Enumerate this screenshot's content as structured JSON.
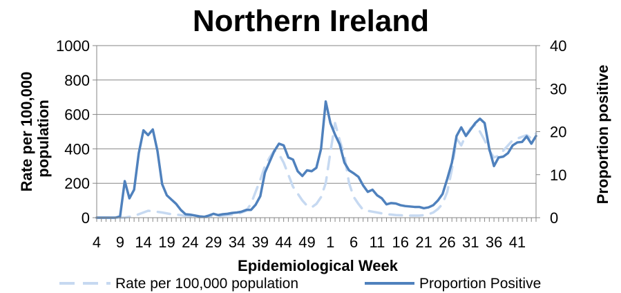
{
  "chart_data": {
    "type": "line",
    "title": "Northern Ireland",
    "xlabel": "Epidemiological Week",
    "ylabel": "Rate per 100,000 population",
    "y2label": "Proportion positive",
    "ylim": [
      0,
      1000
    ],
    "y2lim": [
      0,
      40
    ],
    "yticks": [
      "0",
      "200",
      "400",
      "600",
      "800",
      "1000"
    ],
    "y2ticks": [
      "0",
      "10",
      "20",
      "30",
      "40"
    ],
    "xtick_labels": [
      "4",
      "9",
      "14",
      "19",
      "24",
      "29",
      "34",
      "39",
      "44",
      "49",
      "1",
      "6",
      "11",
      "16",
      "21",
      "26",
      "31",
      "36",
      "41"
    ],
    "x": [
      4,
      5,
      6,
      7,
      8,
      9,
      10,
      11,
      12,
      13,
      14,
      15,
      16,
      17,
      18,
      19,
      20,
      21,
      22,
      23,
      24,
      25,
      26,
      27,
      28,
      29,
      30,
      31,
      32,
      33,
      34,
      35,
      36,
      37,
      38,
      39,
      40,
      41,
      42,
      43,
      44,
      45,
      46,
      47,
      48,
      49,
      50,
      51,
      52,
      53,
      1,
      2,
      3,
      4,
      5,
      6,
      7,
      8,
      9,
      10,
      11,
      12,
      13,
      14,
      15,
      16,
      17,
      18,
      19,
      20,
      21,
      22,
      23,
      24,
      25,
      26,
      27,
      28,
      29,
      30,
      31,
      32,
      33,
      34,
      35,
      36,
      37,
      38,
      39,
      40,
      41,
      42,
      43,
      44,
      45
    ],
    "grid": true,
    "legend_position": "bottom",
    "series": [
      {
        "name": "Rate per 100,000 population",
        "axis": "left",
        "style": "dashed",
        "color": "#c6d9f1",
        "values": [
          0,
          0,
          0,
          0,
          0,
          0,
          0,
          5,
          10,
          20,
          30,
          40,
          38,
          34,
          30,
          25,
          20,
          18,
          15,
          10,
          8,
          5,
          3,
          3,
          5,
          8,
          10,
          12,
          15,
          18,
          20,
          30,
          40,
          80,
          150,
          220,
          300,
          350,
          390,
          370,
          320,
          250,
          180,
          140,
          100,
          70,
          60,
          80,
          120,
          200,
          380,
          550,
          450,
          360,
          200,
          120,
          80,
          45,
          40,
          35,
          30,
          25,
          20,
          18,
          15,
          14,
          12,
          12,
          12,
          12,
          15,
          20,
          30,
          50,
          80,
          150,
          280,
          460,
          420,
          480,
          520,
          540,
          500,
          450,
          390,
          350,
          360,
          390,
          420,
          450,
          460,
          470,
          480,
          460,
          490
        ]
      },
      {
        "name": "Proportion Positive",
        "axis": "right",
        "style": "solid",
        "color": "#4f81bd",
        "values": [
          0,
          0,
          0,
          0,
          0,
          0.3,
          8.5,
          4.5,
          6.5,
          15,
          20.3,
          19.2,
          20.5,
          15.5,
          7.8,
          5.2,
          4.2,
          3.2,
          1.8,
          0.8,
          0.7,
          0.5,
          0.3,
          0.2,
          0.5,
          0.9,
          0.6,
          0.8,
          0.9,
          1.1,
          1.2,
          1.4,
          1.8,
          1.8,
          3,
          5,
          10.5,
          13,
          15.5,
          17.2,
          16.8,
          14,
          13.5,
          10.8,
          9.7,
          11,
          10.8,
          11.6,
          16,
          27,
          22,
          19.3,
          17,
          12.8,
          11,
          10.3,
          9.5,
          7.5,
          6,
          6.5,
          5.2,
          4.5,
          3.1,
          3.4,
          3.3,
          2.9,
          2.7,
          2.6,
          2.5,
          2.5,
          2.2,
          2.4,
          2.9,
          4,
          5.5,
          9,
          12.8,
          19,
          21,
          19,
          20.5,
          22,
          23,
          22,
          16,
          12,
          14,
          14.2,
          15,
          16.8,
          17.5,
          17.6,
          18.9,
          17.2,
          19
        ]
      }
    ]
  }
}
